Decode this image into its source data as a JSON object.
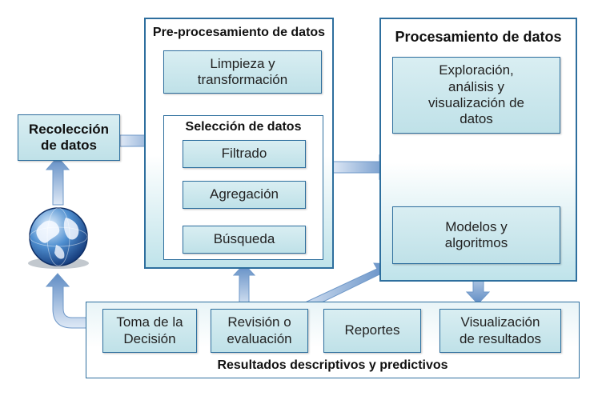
{
  "preprocessing": {
    "title": "Pre-procesamiento de datos",
    "cleaning": "Limpieza y\ntransformación",
    "selection_title": "Selección de datos",
    "filter": "Filtrado",
    "aggregation": "Agregación",
    "search": "Búsqueda"
  },
  "collection": {
    "label_line1": "Recolección",
    "label_line2": "de datos"
  },
  "processing": {
    "title": "Procesamiento de datos",
    "exploration": "Exploración,\nanálisis y\nvisualización de\ndatos",
    "models": "Modelos y\nalgoritmos"
  },
  "results": {
    "title": "Resultados descriptivos y predictivos",
    "decision": "Toma de la\nDecisión",
    "review": "Revisión o\nevaluación",
    "reports": "Reportes",
    "visualization": "Visualización\nde resultados"
  },
  "icons": {
    "globe": "globe-icon"
  },
  "colors": {
    "border": "#2e6f9e",
    "box_fill": "#c7e6ec",
    "arrow": "#6f98c8"
  }
}
